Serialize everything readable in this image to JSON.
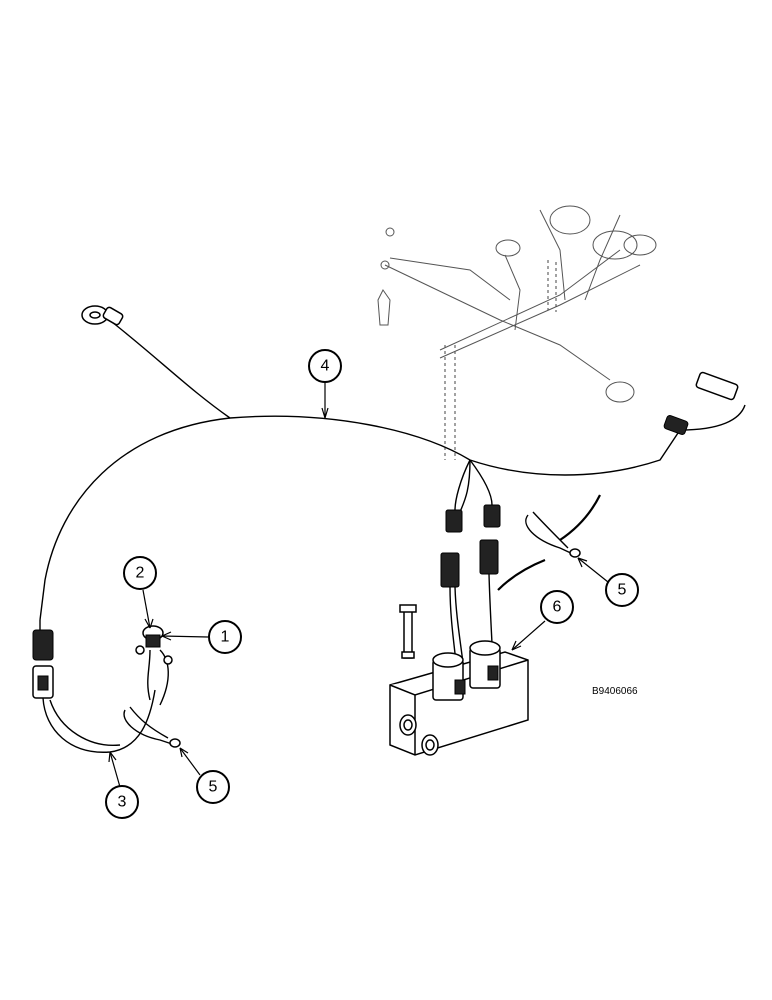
{
  "callouts": {
    "c1": "1",
    "c2": "2",
    "c3": "3",
    "c4": "4",
    "c5a": "5",
    "c5b": "5",
    "c6": "6"
  },
  "figure_code": "B9406066",
  "colors": {
    "line": "#000000",
    "background": "#ffffff"
  }
}
